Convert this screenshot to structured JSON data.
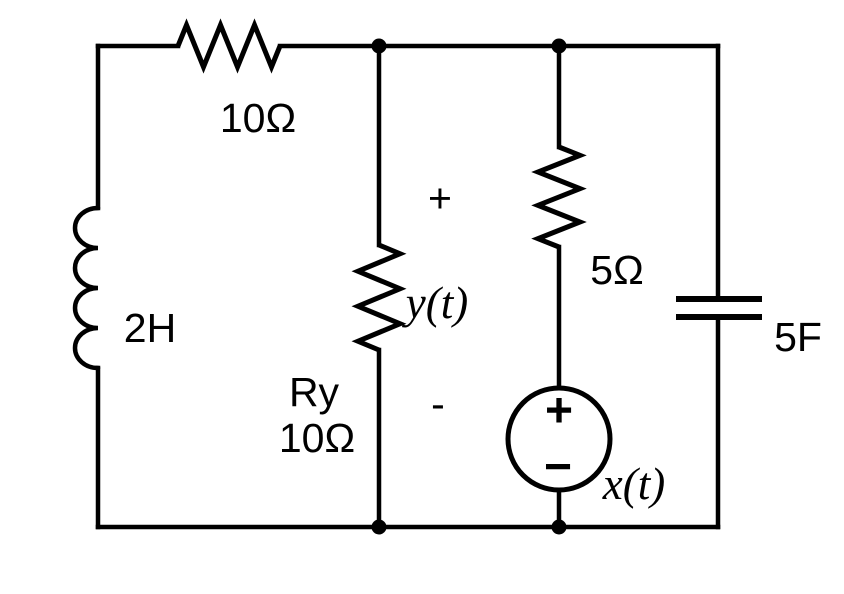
{
  "page": {
    "background": "#ffffff"
  },
  "diagram": {
    "type": "electrical-circuit-schematic",
    "stroke_color": "#000000",
    "labels": {
      "top_resistor": "10Ω",
      "inductor": "2H",
      "mid_resistor_name": "Ry",
      "mid_resistor_value": "10Ω",
      "output_plus": "+",
      "output_voltage": "y(t)",
      "output_minus": "-",
      "branch_resistor": "5Ω",
      "capacitor": "5F",
      "source_plus": "+",
      "source_minus": "−",
      "source_voltage": "x(t)"
    },
    "components": [
      {
        "id": "top-resistor",
        "kind": "resistor",
        "value": "10Ω"
      },
      {
        "id": "left-inductor",
        "kind": "inductor",
        "value": "2H"
      },
      {
        "id": "mid-resistor",
        "kind": "resistor",
        "name": "Ry",
        "value": "10Ω",
        "marked_voltage": "y(t)"
      },
      {
        "id": "branch-resistor",
        "kind": "resistor",
        "value": "5Ω"
      },
      {
        "id": "voltage-source",
        "kind": "independent-voltage-source",
        "value": "x(t)"
      },
      {
        "id": "right-capacitor",
        "kind": "capacitor",
        "value": "5F"
      }
    ]
  }
}
